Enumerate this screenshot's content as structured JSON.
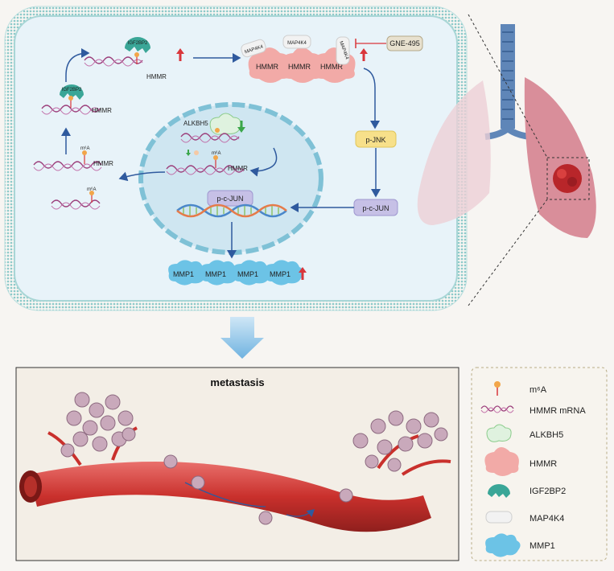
{
  "cell": {
    "mrna_label": "HMMR",
    "igf2bp2": "IGF2BP2",
    "map4k4": "MAP4K4",
    "hmmr": "HMMR",
    "inhibitor": "GNE-495",
    "alkbh5": "ALKBH5",
    "m6a": "m⁶A",
    "pjnk": "p-JNK",
    "pcjun": "p-c-JUN",
    "mmp1": "MMP1"
  },
  "metastasis": {
    "title": "metastasis"
  },
  "legend": [
    {
      "icon": "m6a-icon",
      "label": "m⁶A"
    },
    {
      "icon": "mrna-icon",
      "label": "HMMR mRNA"
    },
    {
      "icon": "alkbh5-icon",
      "label": "ALKBH5"
    },
    {
      "icon": "hmmr-icon",
      "label": "HMMR"
    },
    {
      "icon": "igf2bp2-icon",
      "label": "IGF2BP2"
    },
    {
      "icon": "map4k4-icon",
      "label": "MAP4K4"
    },
    {
      "icon": "mmp1-icon",
      "label": "MMP1"
    }
  ],
  "colors": {
    "membrane": "#9fd3d3",
    "cytoplasm": "#e7f2f8",
    "nucleus": "#c9e3ef",
    "arrow": "#2f5a9e",
    "up_arrow": "#d9363b",
    "down_arrow": "#3aa64a",
    "mrna": "#9b3d7a",
    "igf2bp2": "#3aa697",
    "hmmr": "#f2aaa7",
    "mmp1": "#6cc3e6",
    "lung": "#d98e9a",
    "vessel": "#c9302c"
  }
}
